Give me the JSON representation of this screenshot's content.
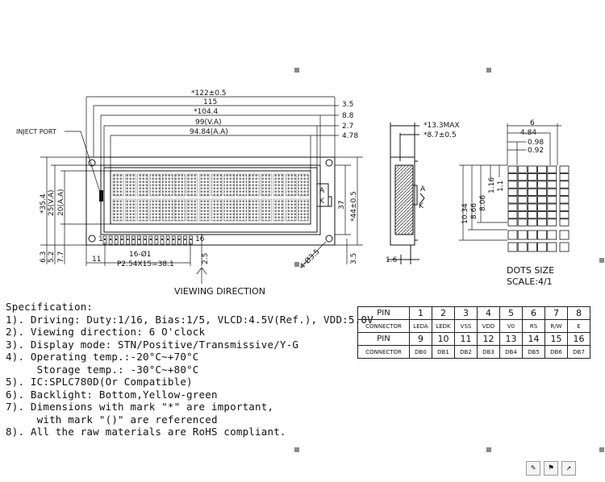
{
  "drawing": {
    "dims_top": [
      "*122±0.5",
      "115",
      "*104.4",
      "99(V.A)",
      "94.84(A.A)"
    ],
    "dims_right_top": [
      "3.5",
      "8.8",
      "2.7",
      "4.78"
    ],
    "dims_left": [
      "*35.4",
      "25(V.A)",
      "20(A.A)"
    ],
    "dims_right": [
      "37",
      "*44±0.5"
    ],
    "dims_bottom_left": [
      "6.3",
      "5.2",
      "7.7"
    ],
    "pitch": "P2.54X15=38.1",
    "pin_offset": "11",
    "pin_hole": "16-Ø1",
    "pin_height": "2.5",
    "mount_hole": "4-Ø3.5",
    "bottom_right": "3.5",
    "pin1": "1",
    "pin16": "16",
    "led_a": "A",
    "led_k": "K",
    "inject_port": "INJECT PORT",
    "viewing_direction": "VIEWING DIRECTION",
    "side_dims": [
      "*13.3MAX",
      "*8.7±0.5"
    ],
    "side_bottom": "1.6",
    "dot_top": [
      "6",
      "4.84",
      "0.98",
      "0.92"
    ],
    "dot_left": [
      "10.34",
      "8.66",
      "8.06",
      "1.16",
      "1.1"
    ],
    "dots_size": "DOTS SIZE",
    "dots_scale": "SCALE:4/1"
  },
  "specification": {
    "title": "Specification:",
    "lines": [
      "1). Driving: Duty:1/16, Bias:1/5, VLCD:4.5V(Ref.), VDD:5.0V",
      "2). Viewing direction: 6 O'clock",
      "3). Display mode: STN/Positive/Transmissive/Y-G",
      "4). Operating temp.:-20°C~+70°C",
      "     Storage temp.: -30°C~+80°C",
      "5). IC:SPLC780D(Or Compatible)",
      "6). Backlight: Bottom,Yellow-green",
      "7). Dimensions with mark \"*\" are important,",
      "     with mark \"()\" are referenced",
      "8). All the raw materials are RoHS compliant."
    ]
  },
  "pin_table": {
    "pin_label": "PIN",
    "connector_label": "CONNECTOR",
    "row1_pins": [
      "1",
      "2",
      "3",
      "4",
      "5",
      "6",
      "7",
      "8"
    ],
    "row1_conn": [
      "LEDA",
      "LEDK",
      "VSS",
      "VDD",
      "V0",
      "RS",
      "R/W",
      "E"
    ],
    "row2_pins": [
      "9",
      "10",
      "11",
      "12",
      "13",
      "14",
      "15",
      "16"
    ],
    "row2_conn": [
      "DB0",
      "DB1",
      "DB2",
      "DB3",
      "DB4",
      "DB5",
      "DB6",
      "DB7"
    ]
  },
  "icons": [
    "edit-icon",
    "bookmark-icon",
    "resize-icon"
  ]
}
